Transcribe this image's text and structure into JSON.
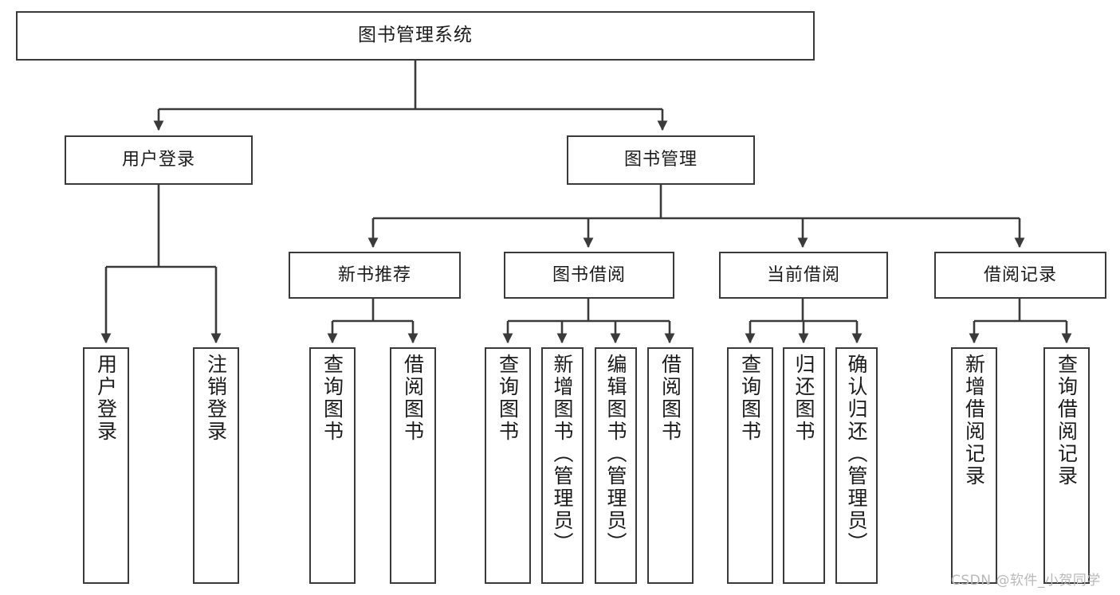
{
  "diagram": {
    "title": "图书管理系统",
    "type": "tree-hierarchy-chart",
    "stroke_color": "#3a3a3a",
    "fill_color": "#ffffff",
    "text_color": "#1b1b1b"
  },
  "nodes": {
    "root": {
      "label": "图书管理系统"
    },
    "level2": [
      {
        "label": "用户登录"
      },
      {
        "label": "图书管理"
      }
    ],
    "level3": [
      {
        "label": "新书推荐"
      },
      {
        "label": "图书借阅"
      },
      {
        "label": "当前借阅"
      },
      {
        "label": "借阅记录"
      }
    ],
    "leaves": {
      "user_login": [
        {
          "label": "用户登录"
        },
        {
          "label": "注销登录"
        }
      ],
      "new_book_recommend": [
        {
          "label": "查询图书"
        },
        {
          "label": "借阅图书"
        }
      ],
      "book_borrow": [
        {
          "label": "查询图书"
        },
        {
          "label": "新增图书（管理员）"
        },
        {
          "label": "编辑图书（管理员）"
        },
        {
          "label": "借阅图书"
        }
      ],
      "current_borrow": [
        {
          "label": "查询图书"
        },
        {
          "label": "归还图书"
        },
        {
          "label": "确认归还（管理员）"
        }
      ],
      "borrow_record": [
        {
          "label": "新增借阅记录"
        },
        {
          "label": "查询借阅记录"
        }
      ]
    }
  },
  "watermark": {
    "text": "CSDN @软件_小贺同学"
  }
}
